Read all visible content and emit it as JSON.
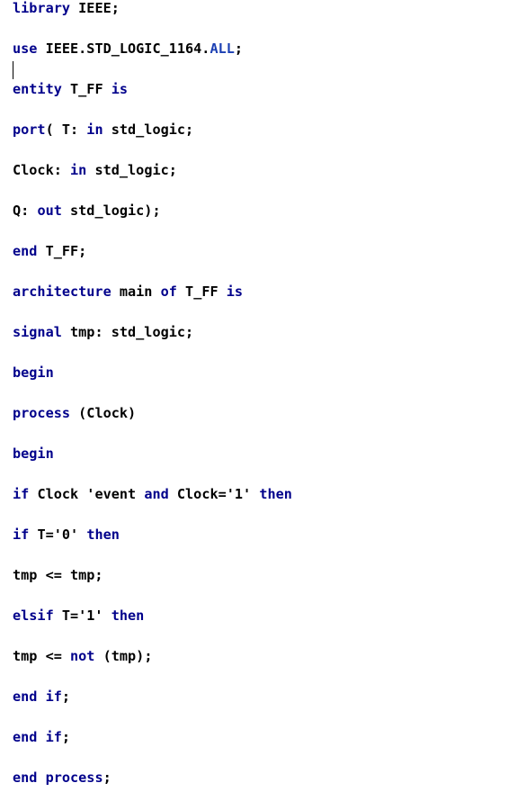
{
  "colors": {
    "background": "#ffffff",
    "text": "#000000",
    "keyword": "#00008b",
    "keyword_alt": "#1b3fb3"
  },
  "editor": {
    "lines": [
      [
        {
          "t": "library",
          "k": "kw"
        },
        {
          "t": " IEEE;",
          "k": "tx"
        }
      ],
      [
        {
          "t": "use",
          "k": "kw"
        },
        {
          "t": " IEEE.STD_LOGIC_1164.",
          "k": "tx"
        },
        {
          "t": "ALL",
          "k": "kw2"
        },
        {
          "t": ";",
          "k": "tx"
        }
      ],
      [
        {
          "t": "entity",
          "k": "kw"
        },
        {
          "t": " T_FF ",
          "k": "tx"
        },
        {
          "t": "is",
          "k": "kw"
        }
      ],
      [
        {
          "t": "port",
          "k": "kw"
        },
        {
          "t": "( T: ",
          "k": "tx"
        },
        {
          "t": "in",
          "k": "kw"
        },
        {
          "t": " std_logic;",
          "k": "tx"
        }
      ],
      [
        {
          "t": "Clock: ",
          "k": "tx"
        },
        {
          "t": "in",
          "k": "kw"
        },
        {
          "t": " std_logic;",
          "k": "tx"
        }
      ],
      [
        {
          "t": "Q: ",
          "k": "tx"
        },
        {
          "t": "out",
          "k": "kw"
        },
        {
          "t": " std_logic);",
          "k": "tx"
        }
      ],
      [
        {
          "t": "end",
          "k": "kw"
        },
        {
          "t": " T_FF;",
          "k": "tx"
        }
      ],
      [
        {
          "t": "architecture",
          "k": "kw"
        },
        {
          "t": " main ",
          "k": "tx"
        },
        {
          "t": "of",
          "k": "kw"
        },
        {
          "t": " T_FF ",
          "k": "tx"
        },
        {
          "t": "is",
          "k": "kw"
        }
      ],
      [
        {
          "t": "signal",
          "k": "kw"
        },
        {
          "t": " tmp: std_logic;",
          "k": "tx"
        }
      ],
      [
        {
          "t": "begin",
          "k": "kw"
        }
      ],
      [
        {
          "t": "process",
          "k": "kw"
        },
        {
          "t": " (Clock)",
          "k": "tx"
        }
      ],
      [
        {
          "t": "begin",
          "k": "kw"
        }
      ],
      [
        {
          "t": "if",
          "k": "kw"
        },
        {
          "t": " Clock 'event ",
          "k": "tx"
        },
        {
          "t": "and",
          "k": "kw"
        },
        {
          "t": " Clock='1' ",
          "k": "tx"
        },
        {
          "t": "then",
          "k": "kw"
        }
      ],
      [
        {
          "t": "if",
          "k": "kw"
        },
        {
          "t": " T='0' ",
          "k": "tx"
        },
        {
          "t": "then",
          "k": "kw"
        }
      ],
      [
        {
          "t": "tmp <= tmp;",
          "k": "tx"
        }
      ],
      [
        {
          "t": "elsif",
          "k": "kw"
        },
        {
          "t": " T='1' ",
          "k": "tx"
        },
        {
          "t": "then",
          "k": "kw"
        }
      ],
      [
        {
          "t": "tmp <= ",
          "k": "tx"
        },
        {
          "t": "not",
          "k": "kw"
        },
        {
          "t": " (tmp);",
          "k": "tx"
        }
      ],
      [
        {
          "t": "end",
          "k": "kw"
        },
        {
          "t": " ",
          "k": "tx"
        },
        {
          "t": "if",
          "k": "kw"
        },
        {
          "t": ";",
          "k": "tx"
        }
      ],
      [
        {
          "t": "end",
          "k": "kw"
        },
        {
          "t": " ",
          "k": "tx"
        },
        {
          "t": "if",
          "k": "kw"
        },
        {
          "t": ";",
          "k": "tx"
        }
      ],
      [
        {
          "t": "end",
          "k": "kw"
        },
        {
          "t": " ",
          "k": "tx"
        },
        {
          "t": "process",
          "k": "kw"
        },
        {
          "t": ";",
          "k": "tx"
        }
      ]
    ]
  }
}
